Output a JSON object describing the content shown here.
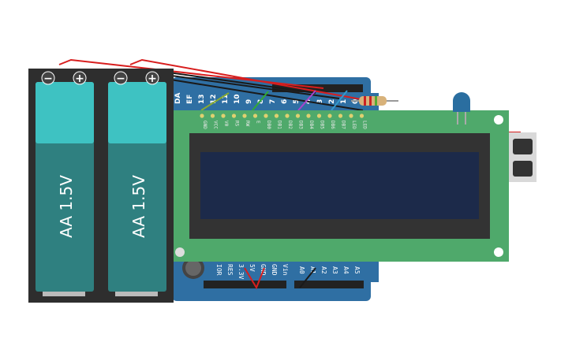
{
  "batteries": [
    {
      "label": "AA 1.5V",
      "neg": "−",
      "pos": "+"
    },
    {
      "label": "AA 1.5V",
      "neg": "−",
      "pos": "+"
    }
  ],
  "lcd": {
    "pins": [
      "GND",
      "VCC",
      "V0",
      "RS",
      "RW",
      "E",
      "DB0",
      "DB1",
      "DB2",
      "DB3",
      "DB4",
      "DB5",
      "DB6",
      "DB7",
      "LED",
      "LED"
    ]
  },
  "arduino": {
    "top_labels": [
      "DA",
      "EF",
      "13",
      "12",
      "11",
      "10",
      "9",
      "8",
      "7",
      "6",
      "5",
      "4",
      "3",
      "2",
      "1",
      "0"
    ],
    "power_labels": [
      "IOR",
      "RES",
      "3.3V",
      "5V",
      "GND",
      "GND",
      "Vin"
    ],
    "analog_labels": [
      "A0",
      "A1",
      "A2",
      "A3",
      "A4",
      "A5"
    ]
  },
  "colors": {
    "arduino": "#2f6fa3",
    "lcd_board": "#4fa96b",
    "lcd_screen": "#1c2a4a",
    "battery_teal": "#2f8080",
    "battery_cap": "#3ec2c2",
    "wire_red": "#d81e1e",
    "wire_black": "#1a1a1a"
  }
}
